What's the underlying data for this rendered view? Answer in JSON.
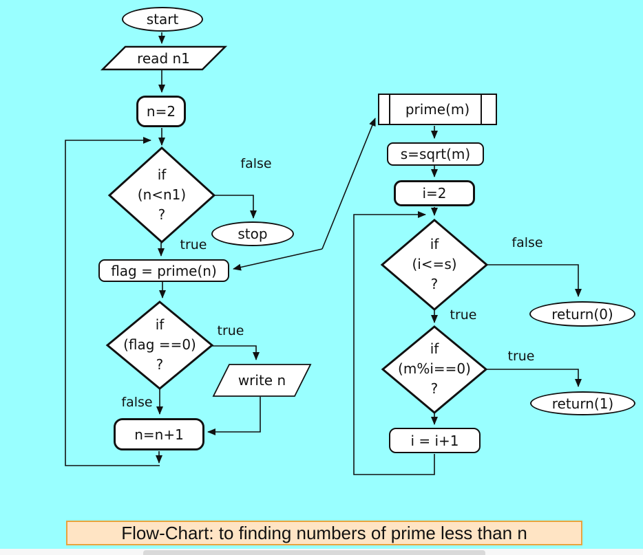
{
  "diagram": {
    "caption": "Flow-Chart: to finding numbers of prime less than n",
    "main": {
      "start": "start",
      "read": "read n1",
      "init": "n=2",
      "check_n": "if\n(n<n1)\n?",
      "stop": "stop",
      "call": "flag = prime(n)",
      "check_flag": "if\n(flag ==0)\n?",
      "write": "write n",
      "inc": "n=n+1"
    },
    "prime": {
      "header": "prime(m)",
      "sqrt": "s=sqrt(m)",
      "init": "i=2",
      "check_i": "if\n(i<=s)\n?",
      "ret0": "return(0)",
      "check_mod": "if\n(m%i==0)\n?",
      "ret1": "return(1)",
      "inc": "i = i+1"
    },
    "labels": {
      "check_n_false": "false",
      "check_n_true": "true",
      "check_flag_true": "true",
      "check_flag_false": "false",
      "check_i_false": "false",
      "check_i_true": "true",
      "check_mod_true": "true"
    },
    "colors": {
      "background": "#99ffff",
      "shape_fill": "#ffffff",
      "line": "#111111",
      "caption_bg": "#ffe4c4",
      "caption_border": "#e8a33d"
    }
  }
}
